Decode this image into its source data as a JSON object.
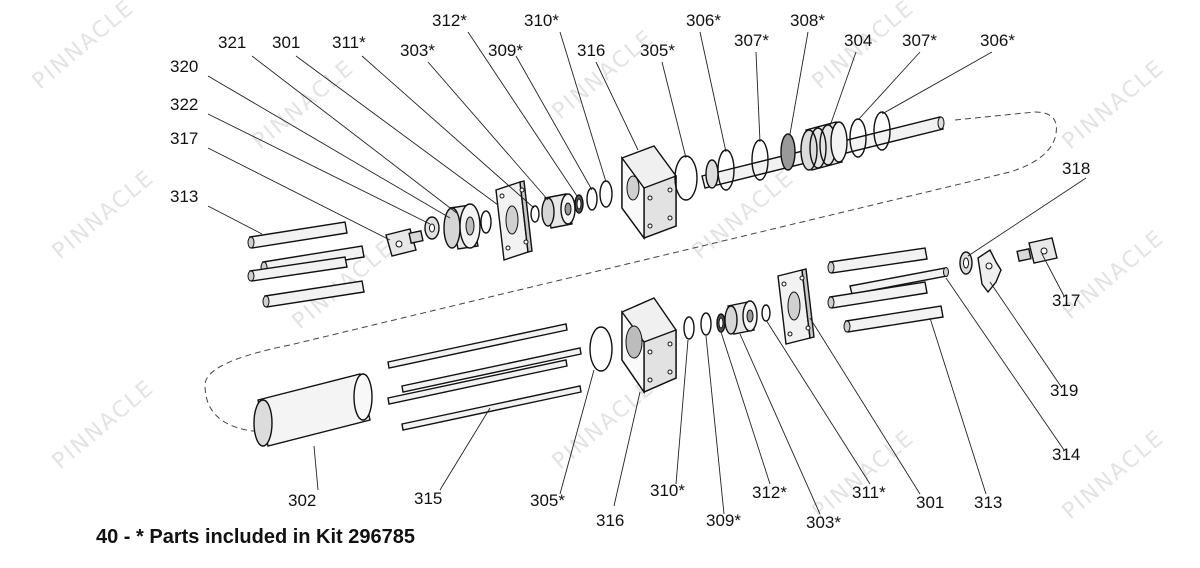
{
  "kit_note": "40 - * Parts included in Kit 296785",
  "watermark": "PINNACLE",
  "labels": [
    {
      "id": "321",
      "text": "321"
    },
    {
      "id": "301a",
      "text": "301"
    },
    {
      "id": "311a",
      "text": "311*"
    },
    {
      "id": "303a",
      "text": "303*"
    },
    {
      "id": "312a",
      "text": "312*"
    },
    {
      "id": "309a",
      "text": "309*"
    },
    {
      "id": "310a",
      "text": "310*"
    },
    {
      "id": "316a",
      "text": "316"
    },
    {
      "id": "305a",
      "text": "305*"
    },
    {
      "id": "306a",
      "text": "306*"
    },
    {
      "id": "307a",
      "text": "307*"
    },
    {
      "id": "308",
      "text": "308*"
    },
    {
      "id": "304",
      "text": "304"
    },
    {
      "id": "307b",
      "text": "307*"
    },
    {
      "id": "306b",
      "text": "306*"
    },
    {
      "id": "320",
      "text": "320"
    },
    {
      "id": "322",
      "text": "322"
    },
    {
      "id": "317a",
      "text": "317"
    },
    {
      "id": "313a",
      "text": "313"
    },
    {
      "id": "318",
      "text": "318"
    },
    {
      "id": "317b",
      "text": "317"
    },
    {
      "id": "319",
      "text": "319"
    },
    {
      "id": "314",
      "text": "314"
    },
    {
      "id": "302",
      "text": "302"
    },
    {
      "id": "315",
      "text": "315"
    },
    {
      "id": "305b",
      "text": "305*"
    },
    {
      "id": "316b",
      "text": "316"
    },
    {
      "id": "310b",
      "text": "310*"
    },
    {
      "id": "309b",
      "text": "309*"
    },
    {
      "id": "312b",
      "text": "312*"
    },
    {
      "id": "303b",
      "text": "303*"
    },
    {
      "id": "311b",
      "text": "311*"
    },
    {
      "id": "301b",
      "text": "301"
    },
    {
      "id": "313b",
      "text": "313"
    }
  ]
}
